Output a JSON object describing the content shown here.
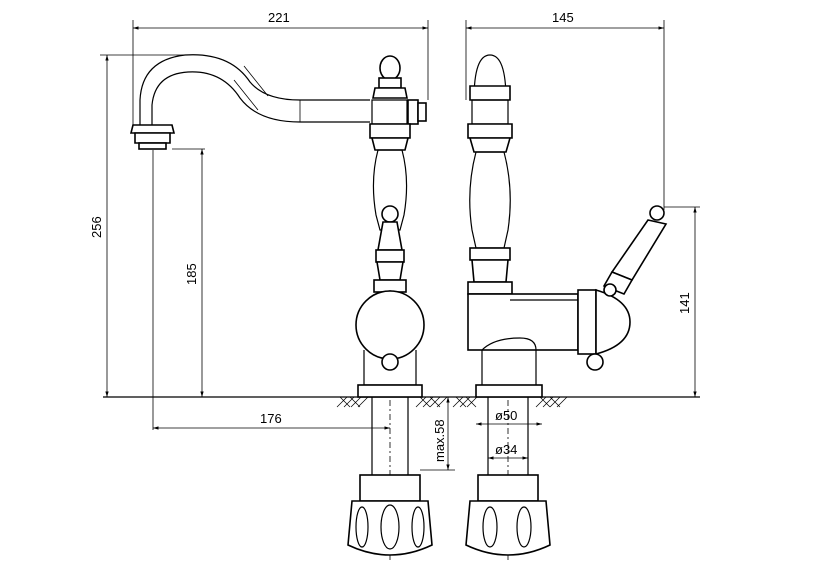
{
  "dimensions": {
    "width_top": "221",
    "depth_top": "145",
    "height_total": "256",
    "spout_height": "185",
    "spout_reach": "176",
    "max_thickness": "max.58",
    "handle_height": "141",
    "hole_diameter": "ø50",
    "shank_diameter": "ø34"
  }
}
